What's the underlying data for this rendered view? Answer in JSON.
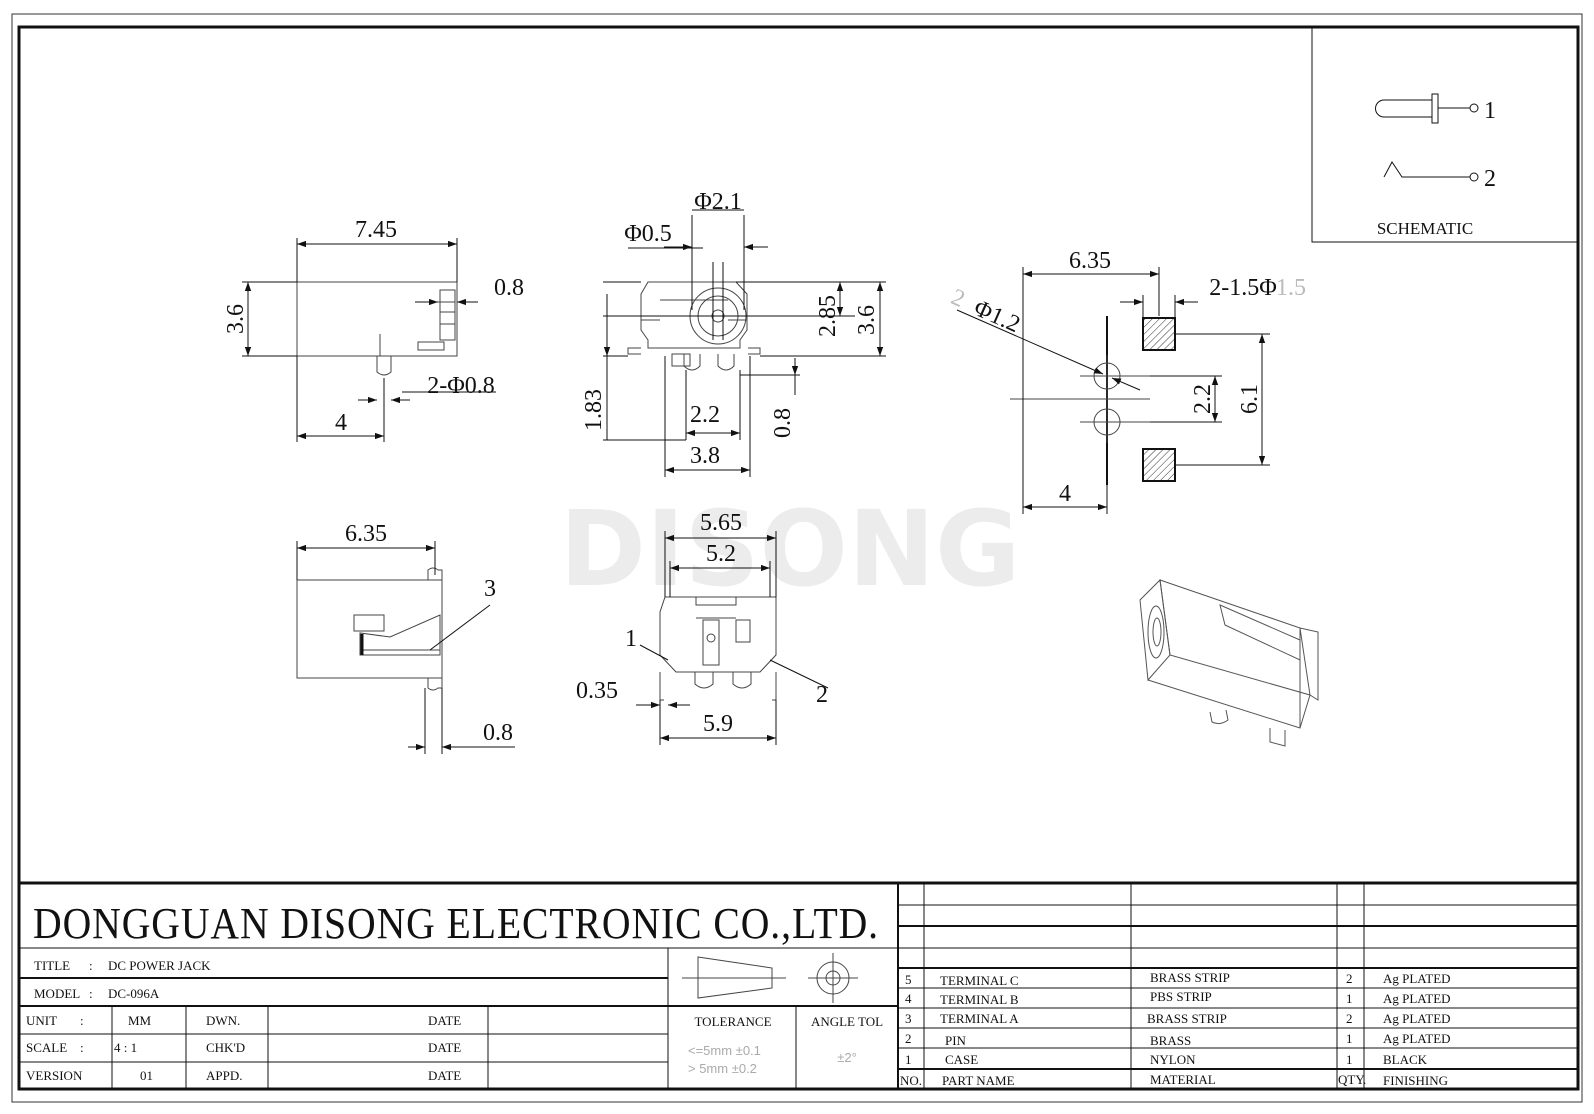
{
  "watermark": "DISONG",
  "schematic": {
    "label": "SCHEMATIC",
    "pin1": "1",
    "pin2": "2"
  },
  "dims": {
    "side_length": "7.45",
    "side_height": "3.6",
    "side_tab": "0.8",
    "side_pin_dia": "2-Φ0.8",
    "side_pin_offset": "4",
    "front_hole_outer": "Φ2.1",
    "front_hole_pin": "Φ0.5",
    "front_center_h": "2.85",
    "front_height": "3.6",
    "front_pin_h": "1.83",
    "front_pin_pitch": "2.2",
    "front_pin_len": "0.8",
    "front_width": "3.8",
    "pcb_width": "6.35",
    "pcb_pad": "2-1.5Φ",
    "pcb_pad_faint": "1.5",
    "pcb_hole_label_faint": "2",
    "pcb_hole": "Φ1.2",
    "pcb_pitch": "2.2",
    "pcb_pad_span": "6.1",
    "pcb_offset": "4",
    "bottom_length": "6.35",
    "bottom_callout": "3",
    "bottom_tab": "0.8",
    "rear_width_outer": "5.65",
    "rear_width_inner": "5.2",
    "rear_callout1": "1",
    "rear_callout2": "2",
    "rear_gap": "0.35",
    "rear_base": "5.9"
  },
  "title_block": {
    "company": "DONGGUAN DISONG ELECTRONIC CO.,LTD.",
    "title_label": "TITLE",
    "colon": ":",
    "title_value": "DC POWER JACK",
    "model_label": "MODEL",
    "model_value": "DC-096A",
    "unit_label": "UNIT",
    "unit_value": "MM",
    "scale_label": "SCALE",
    "scale_value": "4 : 1",
    "version_label": "VERSION",
    "version_value": "01",
    "dwn": "DWN.",
    "chkd": "CHK'D",
    "appd": "APPD.",
    "date": "DATE",
    "tolerance": "TOLERANCE",
    "tol_line1": "<=5mm ±0.1",
    "tol_line2": "> 5mm ±0.2",
    "angle_tol": "ANGLE TOL",
    "angle_value": "±2°"
  },
  "bom": {
    "headers": {
      "no": "NO.",
      "part": "PART NAME",
      "material": "MATERIAL",
      "qty": "QTY.",
      "finish": "FINISHING"
    },
    "rows": [
      {
        "no": "5",
        "part": "TERMINAL C",
        "material": "BRASS STRIP",
        "qty": "2",
        "finish": "Ag PLATED"
      },
      {
        "no": "4",
        "part": "TERMINAL B",
        "material": "PBS STRIP",
        "qty": "1",
        "finish": "Ag PLATED"
      },
      {
        "no": "3",
        "part": "TERMINAL A",
        "material": "BRASS STRIP",
        "qty": "2",
        "finish": "Ag PLATED"
      },
      {
        "no": "2",
        "part": "PIN",
        "material": "BRASS",
        "qty": "1",
        "finish": "Ag PLATED"
      },
      {
        "no": "1",
        "part": "CASE",
        "material": "NYLON",
        "qty": "1",
        "finish": "BLACK"
      }
    ]
  }
}
